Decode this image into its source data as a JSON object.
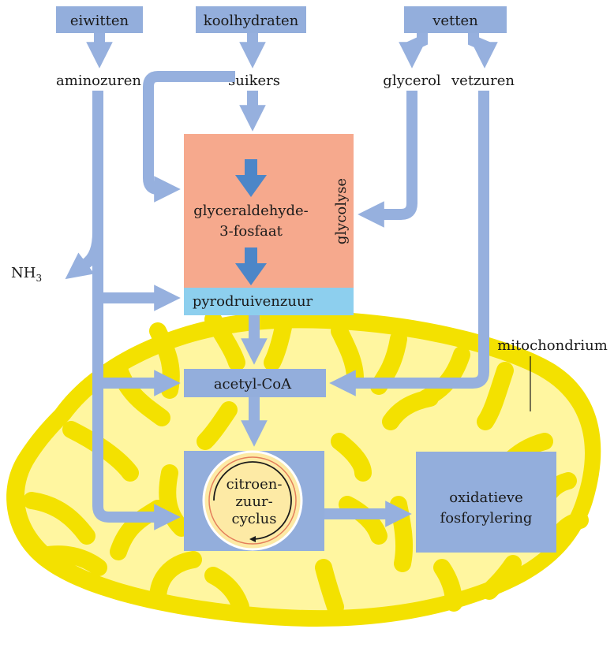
{
  "sources": {
    "proteins": "eiwitten",
    "carbohydrates": "koolhydraten",
    "fats": "vetten"
  },
  "products": {
    "amino_acids": "aminozuren",
    "sugars": "suikers",
    "glycerol": "glycerol",
    "fatty_acids": "vetzuren"
  },
  "ammonia": {
    "base": "NH",
    "sub": "3"
  },
  "glycolysis": {
    "label": "glycolyse",
    "intermediate_line1": "glyceraldehyde-",
    "intermediate_line2": "3-fosfaat"
  },
  "pyruvate": "pyrodruivenzuur",
  "acetyl_coa": "acetyl-CoA",
  "citric_cycle": {
    "line1": "citroen-",
    "line2": "zuur-",
    "line3": "cyclus"
  },
  "oxphos": {
    "line1": "oxidatieve",
    "line2": "fosforylering"
  },
  "mitochondrion_label": "mitochondrium",
  "colors": {
    "flow_arrow": "#96b0de",
    "dark_arrow": "#4c86c8",
    "box_blue": "#93aedc",
    "glycolysis_salmon": "#f6a98d",
    "pyruvate_cyan": "#8dcfee",
    "mito_membrane": "#f3e100",
    "mito_matrix": "#fff6a0",
    "cycle_fill": "#fdeaa5",
    "cycle_ring": "#e47e5b"
  }
}
